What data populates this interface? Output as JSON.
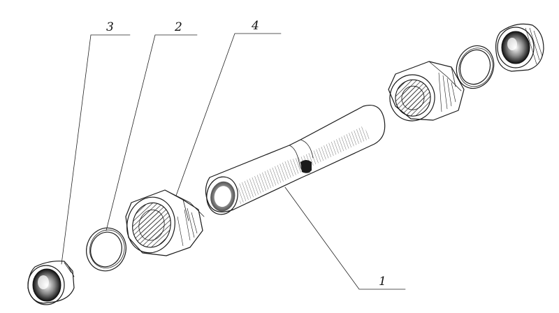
{
  "drawing": {
    "background": "#ffffff",
    "ink": "#1a1a1a",
    "callouts": [
      {
        "id": "part-3",
        "label": "3"
      },
      {
        "id": "part-2",
        "label": "2"
      },
      {
        "id": "part-4",
        "label": "4"
      },
      {
        "id": "part-1",
        "label": "1"
      }
    ]
  }
}
